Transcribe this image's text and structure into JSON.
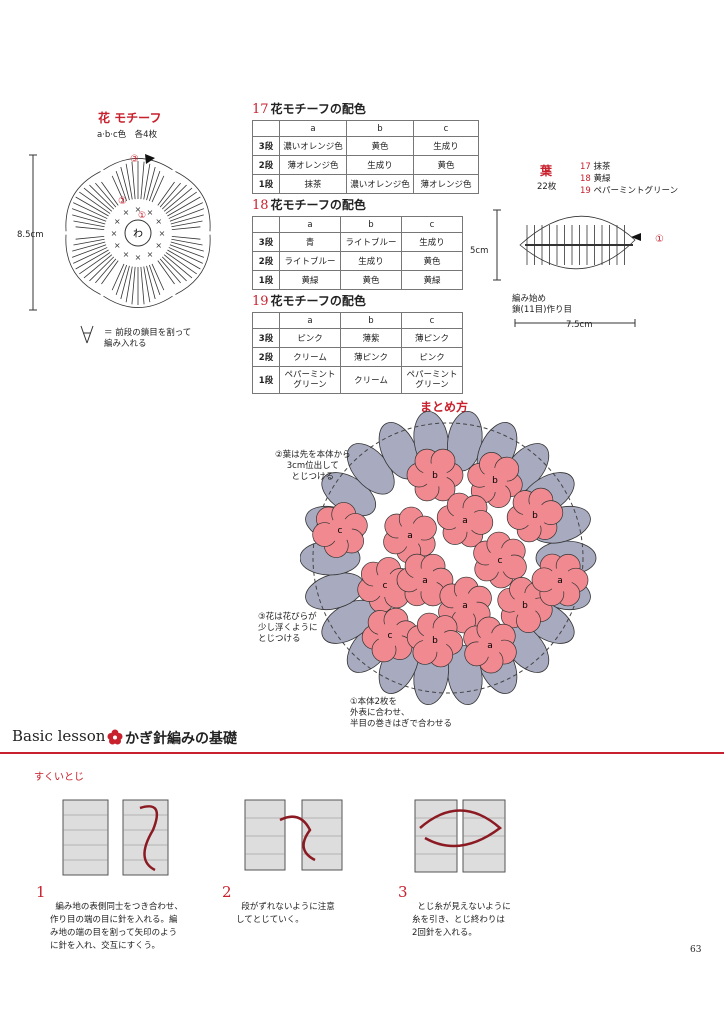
{
  "flower_motif": {
    "title": "花 モチーフ",
    "subtitle": "a·b·c色　各4枚",
    "size": "8.5cm",
    "center_mark": "わ",
    "marker_3": "③",
    "marker_2": "②",
    "marker_1": "①",
    "note": "＝ 前段の鎖目を割って\n編み入れる"
  },
  "tables": [
    {
      "num": "17",
      "title": "花モチーフの配色",
      "cols": [
        "a",
        "b",
        "c"
      ],
      "rows": [
        [
          "3段",
          "濃いオレンジ色",
          "黄色",
          "生成り"
        ],
        [
          "2段",
          "薄オレンジ色",
          "生成り",
          "黄色"
        ],
        [
          "1段",
          "抹茶",
          "濃いオレンジ色",
          "薄オレンジ色"
        ]
      ]
    },
    {
      "num": "18",
      "title": "花モチーフの配色",
      "cols": [
        "a",
        "b",
        "c"
      ],
      "rows": [
        [
          "3段",
          "青",
          "ライトブルー",
          "生成り"
        ],
        [
          "2段",
          "ライトブルー",
          "生成り",
          "黄色"
        ],
        [
          "1段",
          "黄緑",
          "黄色",
          "黄緑"
        ]
      ]
    },
    {
      "num": "19",
      "title": "花モチーフの配色",
      "cols": [
        "a",
        "b",
        "c"
      ],
      "rows": [
        [
          "3段",
          "ピンク",
          "薄紫",
          "薄ピンク"
        ],
        [
          "2段",
          "クリーム",
          "薄ピンク",
          "ピンク"
        ],
        [
          "1段",
          "ペパーミント\nグリーン",
          "クリーム",
          "ペパーミント\nグリーン"
        ]
      ]
    }
  ],
  "leaf": {
    "title": "葉",
    "count": "22枚",
    "colors": [
      {
        "num": "17",
        "name": "抹茶"
      },
      {
        "num": "18",
        "name": "黄緑"
      },
      {
        "num": "19",
        "name": "ペパーミントグリーン"
      }
    ],
    "height": "5cm",
    "width": "7.5cm",
    "start_mark": "①",
    "start_note": "編み始め\n鎖(11目)作り目"
  },
  "assembly": {
    "title": "まとめ方",
    "note_leaf": "②葉は先を本体から\n3cm位出して\nとじつける",
    "note_petal": "③花は花びらが\n少し浮くように\nとじつける",
    "note_body": "①本体2枚を\n外表に合わせ、\n半目の巻きはぎで合わせる",
    "flower_labels": [
      "b",
      "b",
      "a",
      "b",
      "a",
      "c",
      "c",
      "a",
      "b",
      "a",
      "c",
      "b",
      "a",
      "c",
      "a"
    ]
  },
  "lesson": {
    "title_en": "Basic lesson",
    "title_jp": "かぎ針編みの基礎",
    "subtitle": "すくいとじ",
    "steps": [
      {
        "num": "1",
        "text": "編み地の表側同士をつき合わせ、\n作り目の端の目に針を入れる。編\nみ地の端の目を割って矢印のよう\nに針を入れ、交互にすくう。"
      },
      {
        "num": "2",
        "text": "段がずれないように注意\nしてとじていく。"
      },
      {
        "num": "3",
        "text": "とじ糸が見えないように\n糸を引き、とじ終わりは\n2回針を入れる。"
      }
    ]
  },
  "page_number": "63"
}
